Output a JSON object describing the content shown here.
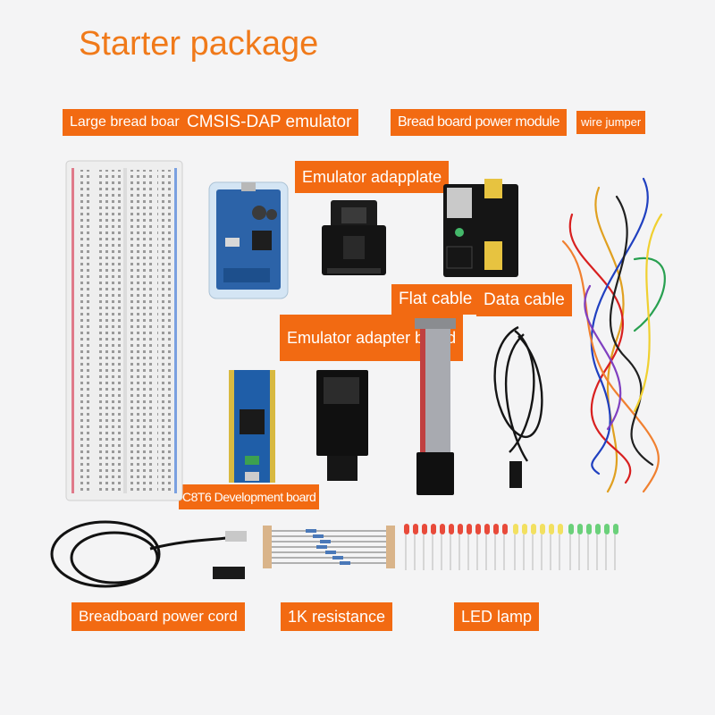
{
  "title": "Starter package",
  "labels": {
    "large_bread_board": "Large bread board",
    "cmsis_dap_emulator": "CMSIS-DAP emulator",
    "bread_board_power_module": "Bread board power module",
    "wire_jumper": "wire jumper",
    "emulator_adapplate": "Emulator adapplate",
    "flat_cable": "Flat cable",
    "data_cable": "Data cable",
    "emulator_adapter_board": "Emulator adapter board",
    "c8t6_development_board": "C8T6 Development board",
    "breadboard_power_cord": "Breadboard power cord",
    "resistance_1k": "1K resistance",
    "led_lamp": "LED lamp"
  },
  "colors": {
    "accent": "#f26a12",
    "title": "#f07a1a",
    "background": "#f4f4f5"
  }
}
